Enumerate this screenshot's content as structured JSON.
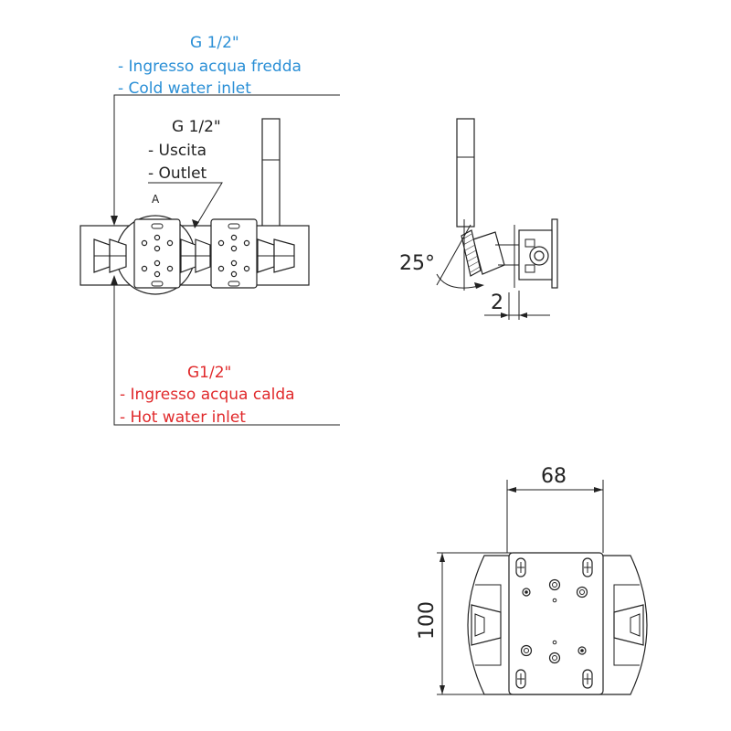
{
  "colors": {
    "cold": "#2a8fd6",
    "hot": "#e0292b",
    "ink": "#222222"
  },
  "cold_inlet": {
    "size": "G 1/2\"",
    "line_it": "- Ingresso acqua fredda",
    "line_en": "- Cold water inlet"
  },
  "outlet": {
    "size": "G 1/2\"",
    "line_it": "- Uscita",
    "line_en": "- Outlet"
  },
  "hot_inlet": {
    "size": "G1/2\"",
    "line_it": "- Ingresso acqua calda",
    "line_en": "- Hot water inlet"
  },
  "detail_label": "A",
  "dimensions": {
    "angle": "25°",
    "offset": "2",
    "width": "68",
    "height": "100"
  }
}
